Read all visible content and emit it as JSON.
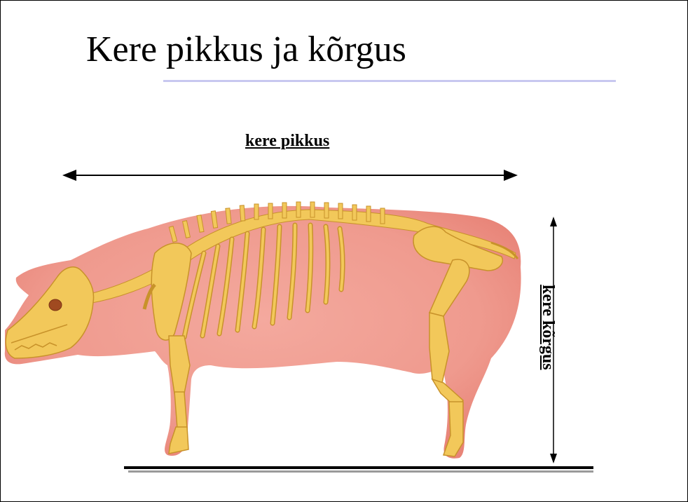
{
  "slide": {
    "title": "Kere pikkus ja kõrgus",
    "length_label": "kere pikkus",
    "height_label": "kere kõrgus"
  },
  "colors": {
    "body_fill": "#ef9a8e",
    "bone_fill": "#f2c85a",
    "bone_stroke": "#c8922a",
    "title_underline": "#c8c8f0",
    "arrow": "#000000",
    "ground": "#000000",
    "ground_shadow": "#9a9a9a"
  },
  "icons": [
    "pig-skeleton-illustration",
    "double-arrow-horizontal",
    "double-arrow-vertical"
  ]
}
